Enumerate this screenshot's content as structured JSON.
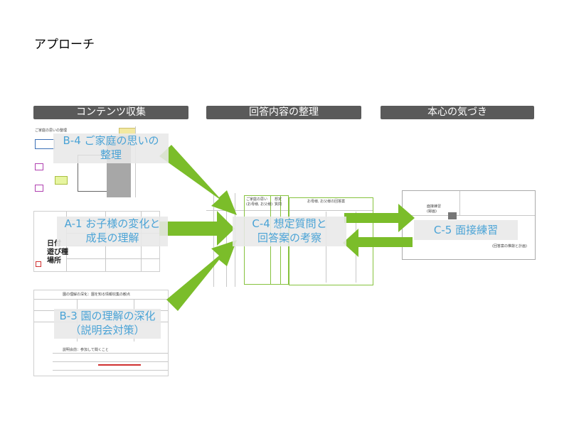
{
  "title": "アプローチ",
  "headers": {
    "collect": "コンテンツ収集",
    "organize": "回答内容の整理",
    "insight": "本心の気づき"
  },
  "labels": {
    "b4_line1": "B-4 ご家庭の思いの",
    "b4_line2": "整理",
    "a1_line1": "A-1 お子様の変化と",
    "a1_line2": "成長の理解",
    "b3_line1": "B-3 園の理解の深化",
    "b3_line2": "（説明会対策）",
    "c4_line1": "C-4 想定質問と",
    "c4_line2": "回答案の考察",
    "c5": "C-5 面接練習"
  },
  "thumbs": {
    "b4_title": "ご家庭の思いの整理",
    "a1_text": "日付\n遊び種\n場所",
    "b3_head": "園の理解の深化：園を知る情報収集の観点",
    "b3_sub": "説明会前：参加して聞くこと",
    "c4_col1": "ご家庭の思い\n(お母様, お父様)",
    "c4_col2": "想定\n質問",
    "c4_col3": "お母様, お父様の回答案",
    "c5_head": "面接練習\n(録画)",
    "c5_note": "(回答案の推敲と計画)"
  },
  "colors": {
    "arrow": "#7bbd2a",
    "header_bg": "#5a5a5a",
    "label_text": "#4aa3d6"
  }
}
